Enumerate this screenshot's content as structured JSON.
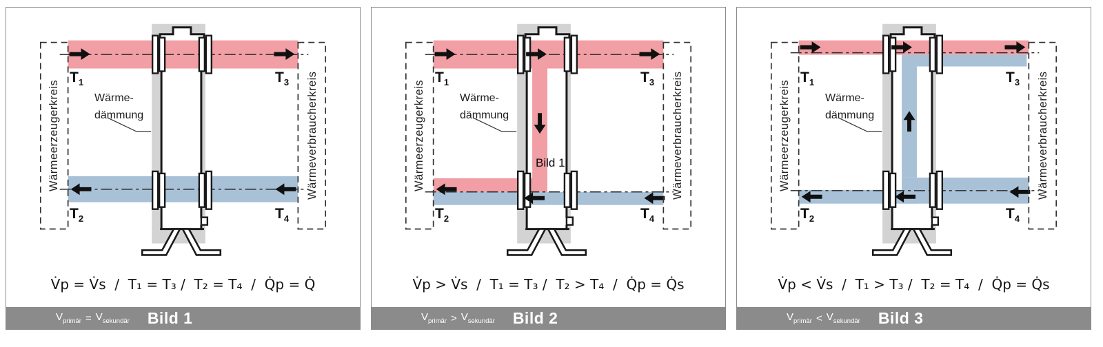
{
  "colors": {
    "red": "#f19ea4",
    "blue": "#a9c1d6",
    "insulation": "#d3d3d3",
    "footer_bar": "#8b8b8b",
    "outline": "#1a1a1a"
  },
  "panels": [
    {
      "left_circuit_label": "Wärmeerzeugerkreis",
      "right_circuit_label": "Wärmeverbraucherkreis",
      "insulation_label_line1": "Wärme-",
      "insulation_label_line2": "dämmung",
      "t1": {
        "base": "T",
        "sub": "1"
      },
      "t2": {
        "base": "T",
        "sub": "2"
      },
      "t3": {
        "base": "T",
        "sub": "3"
      },
      "t4": {
        "base": "T",
        "sub": "4"
      },
      "formula": "V̇p = V̇s  /  T₁ = T₃ /  T₂ = T₄  /  Q̇p = Q̇",
      "footer": {
        "v_left": "V",
        "v_sub_left": "primär",
        "operator": "=",
        "v_right": "V",
        "v_sub_right": "sekundär",
        "bild": "Bild 1"
      }
    },
    {
      "left_circuit_label": "Wärmeerzeugerkreis",
      "right_circuit_label": "Wärmeverbraucherkreis",
      "insulation_label_line1": "Wärme-",
      "insulation_label_line2": "dämmung",
      "t1": {
        "base": "T",
        "sub": "1"
      },
      "t2": {
        "base": "T",
        "sub": "2"
      },
      "t3": {
        "base": "T",
        "sub": "3"
      },
      "t4": {
        "base": "T",
        "sub": "4"
      },
      "overlay_label": "Bild 1",
      "formula": "V̇p > V̇s  /  T₁ = T₃ /  T₂ > T₄  /  Q̇p = Q̇s",
      "footer": {
        "v_left": "V",
        "v_sub_left": "primär",
        "operator": ">",
        "v_right": "V",
        "v_sub_right": "sekundär",
        "bild": "Bild 2"
      }
    },
    {
      "left_circuit_label": "Wärmeerzeugerkreis",
      "right_circuit_label": "Wärmeverbraucherkreis",
      "insulation_label_line1": "Wärme-",
      "insulation_label_line2": "dämmung",
      "t1": {
        "base": "T",
        "sub": "1"
      },
      "t2": {
        "base": "T",
        "sub": "2"
      },
      "t3": {
        "base": "T",
        "sub": "3"
      },
      "t4": {
        "base": "T",
        "sub": "4"
      },
      "formula": "V̇p < V̇s  /  T₁ > T₃ /  T₂ = T₄  /  Q̇p = Q̇s",
      "footer": {
        "v_left": "V",
        "v_sub_left": "primär",
        "operator": "<",
        "v_right": "V",
        "v_sub_right": "sekundär",
        "bild": "Bild 3"
      }
    }
  ]
}
